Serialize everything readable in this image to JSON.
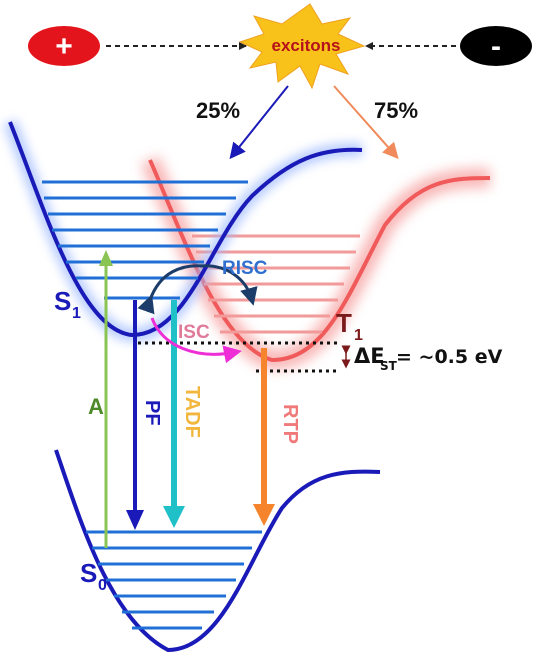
{
  "top": {
    "positive_symbol": "+",
    "negative_symbol": "-",
    "center_label": "excitons",
    "left_percent": "25%",
    "right_percent": "75%"
  },
  "states": {
    "s1_base": "S",
    "s1_sub": "1",
    "t1_base": "T",
    "t1_sub": "1",
    "s0_base": "S",
    "s0_sub": "0"
  },
  "processes": {
    "risc": "RISC",
    "isc": "ISC",
    "absorption": "A",
    "pf": "PF",
    "tadf": "TADF",
    "rtp": "RTP"
  },
  "gap": {
    "delta_prefix": "ΔE",
    "delta_sub": "ST",
    "delta_value": " = ~0.5 eV"
  },
  "colors": {
    "singlet": "#1a1ab8",
    "singlet_levels": "#1f6fd6",
    "triplet": "#f05a5a",
    "triplet_levels": "#f29a9a",
    "positive_fill": "#e3141b",
    "negative_fill": "#000000",
    "burst_fill": "#f8c21a",
    "burst_text": "#b5121b",
    "absorption": "#8ac453",
    "pf": "#1a1ab8",
    "tadf": "#20c0c8",
    "rtp": "#f5842d",
    "isc_arrow": "#ee2ed6",
    "risc_arrow": "#1c3d6a",
    "arrow_25": "#1a1ab8",
    "arrow_75": "#f08a5a"
  }
}
